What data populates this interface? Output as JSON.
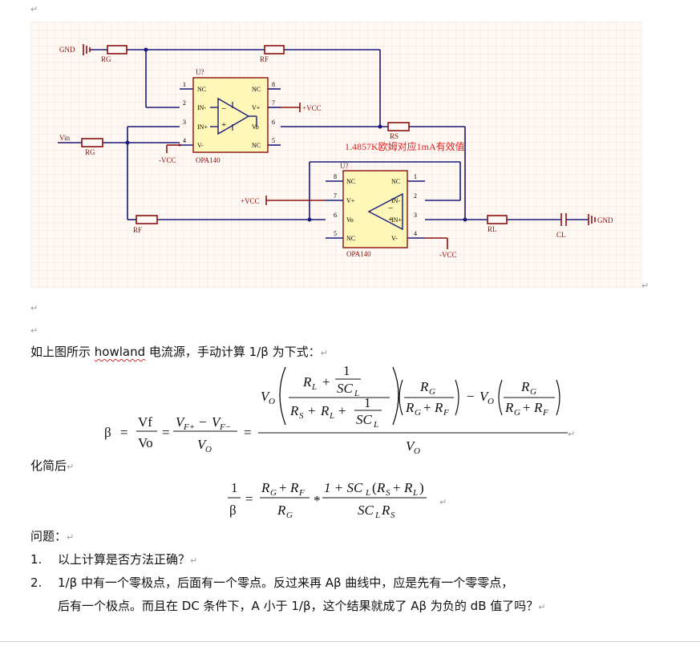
{
  "para_mark": "↵",
  "schematic": {
    "labels": {
      "gnd_left": "GND",
      "gnd_right": "GND",
      "rg_top": "RG",
      "rf_top": "RF",
      "u1_ref": "U?",
      "u2_ref": "U?",
      "u1_part": "OPA140",
      "u2_part": "OPA140",
      "vin": "Vin",
      "rg_vin": "RG",
      "rs": "RS",
      "rf_bottom": "RF",
      "rl": "RL",
      "cl": "CL",
      "pos_vcc_u1": "+VCC",
      "neg_vcc_u1": "-VCC",
      "pos_vcc_u2": "+VCC",
      "neg_vcc_u2": "-VCC",
      "annotation": "1.4857K欧姆对应1mA有效值"
    },
    "u1_pins": {
      "p1": "1",
      "p2": "2",
      "p3": "3",
      "p4": "4",
      "p5": "5",
      "p6": "6",
      "p7": "7",
      "p8": "8",
      "nc1": "NC",
      "in_minus": "IN-",
      "in_plus": "IN+",
      "v_minus": "V-",
      "nc8": "NC",
      "v_plus": "V+",
      "vo": "Vo",
      "nc5": "NC"
    },
    "u2_pins": {
      "p8": "8",
      "p7": "7",
      "p6": "6",
      "p5": "5",
      "p1": "1",
      "p2": "2",
      "p3": "3",
      "p4": "4",
      "nc8": "NC",
      "v_plus": "V+",
      "vo": "Vo",
      "nc5": "NC",
      "nc1": "NC",
      "in_minus": "IN-",
      "in_plus": "IN+",
      "v_minus": "V-"
    },
    "colors": {
      "wire": "#1a1a7a",
      "part": "#8b1010",
      "chip": "#fff7b8",
      "annotation": "#e02020",
      "grid": "#f8eee6"
    }
  },
  "text": {
    "intro_a": "如上图所示 ",
    "intro_word": "howland",
    "intro_b": " 电流源，手动计算 1/β 为下式：",
    "simplified": "化简后",
    "questions": "问题：",
    "q1_num": "1.",
    "q1": "以上计算是否方法正确？",
    "q2_num": "2.",
    "q2_line1": "1/β 中有一个零极点，后面有一个零点。反过来再 Aβ 曲线中，应是先有一个零零点，",
    "q2_line2": "后有一个极点。而且在 DC 条件下，A 小于 1/β，这个结果就成了 Aβ 为负的 dB 值了吗？"
  },
  "equation1": {
    "beta": "β",
    "eq": "=",
    "vf": "Vf",
    "vo": "Vo",
    "VF_plus_minus": "V",
    "sub_fplus": "F+",
    "minus": "−",
    "sub_fminus": "F−",
    "V": "V",
    "sub_o": "O",
    "R": "R",
    "sub_l": "L",
    "sub_s": "S",
    "sub_g": "G",
    "sub_f": "F",
    "plus": "+",
    "one": "1",
    "SC": "SC"
  },
  "equation2": {
    "one": "1",
    "beta": "β",
    "eq": "=",
    "num_left": "R",
    "star": "*",
    "num_right": "1 + SC",
    "den_right": "SC"
  }
}
